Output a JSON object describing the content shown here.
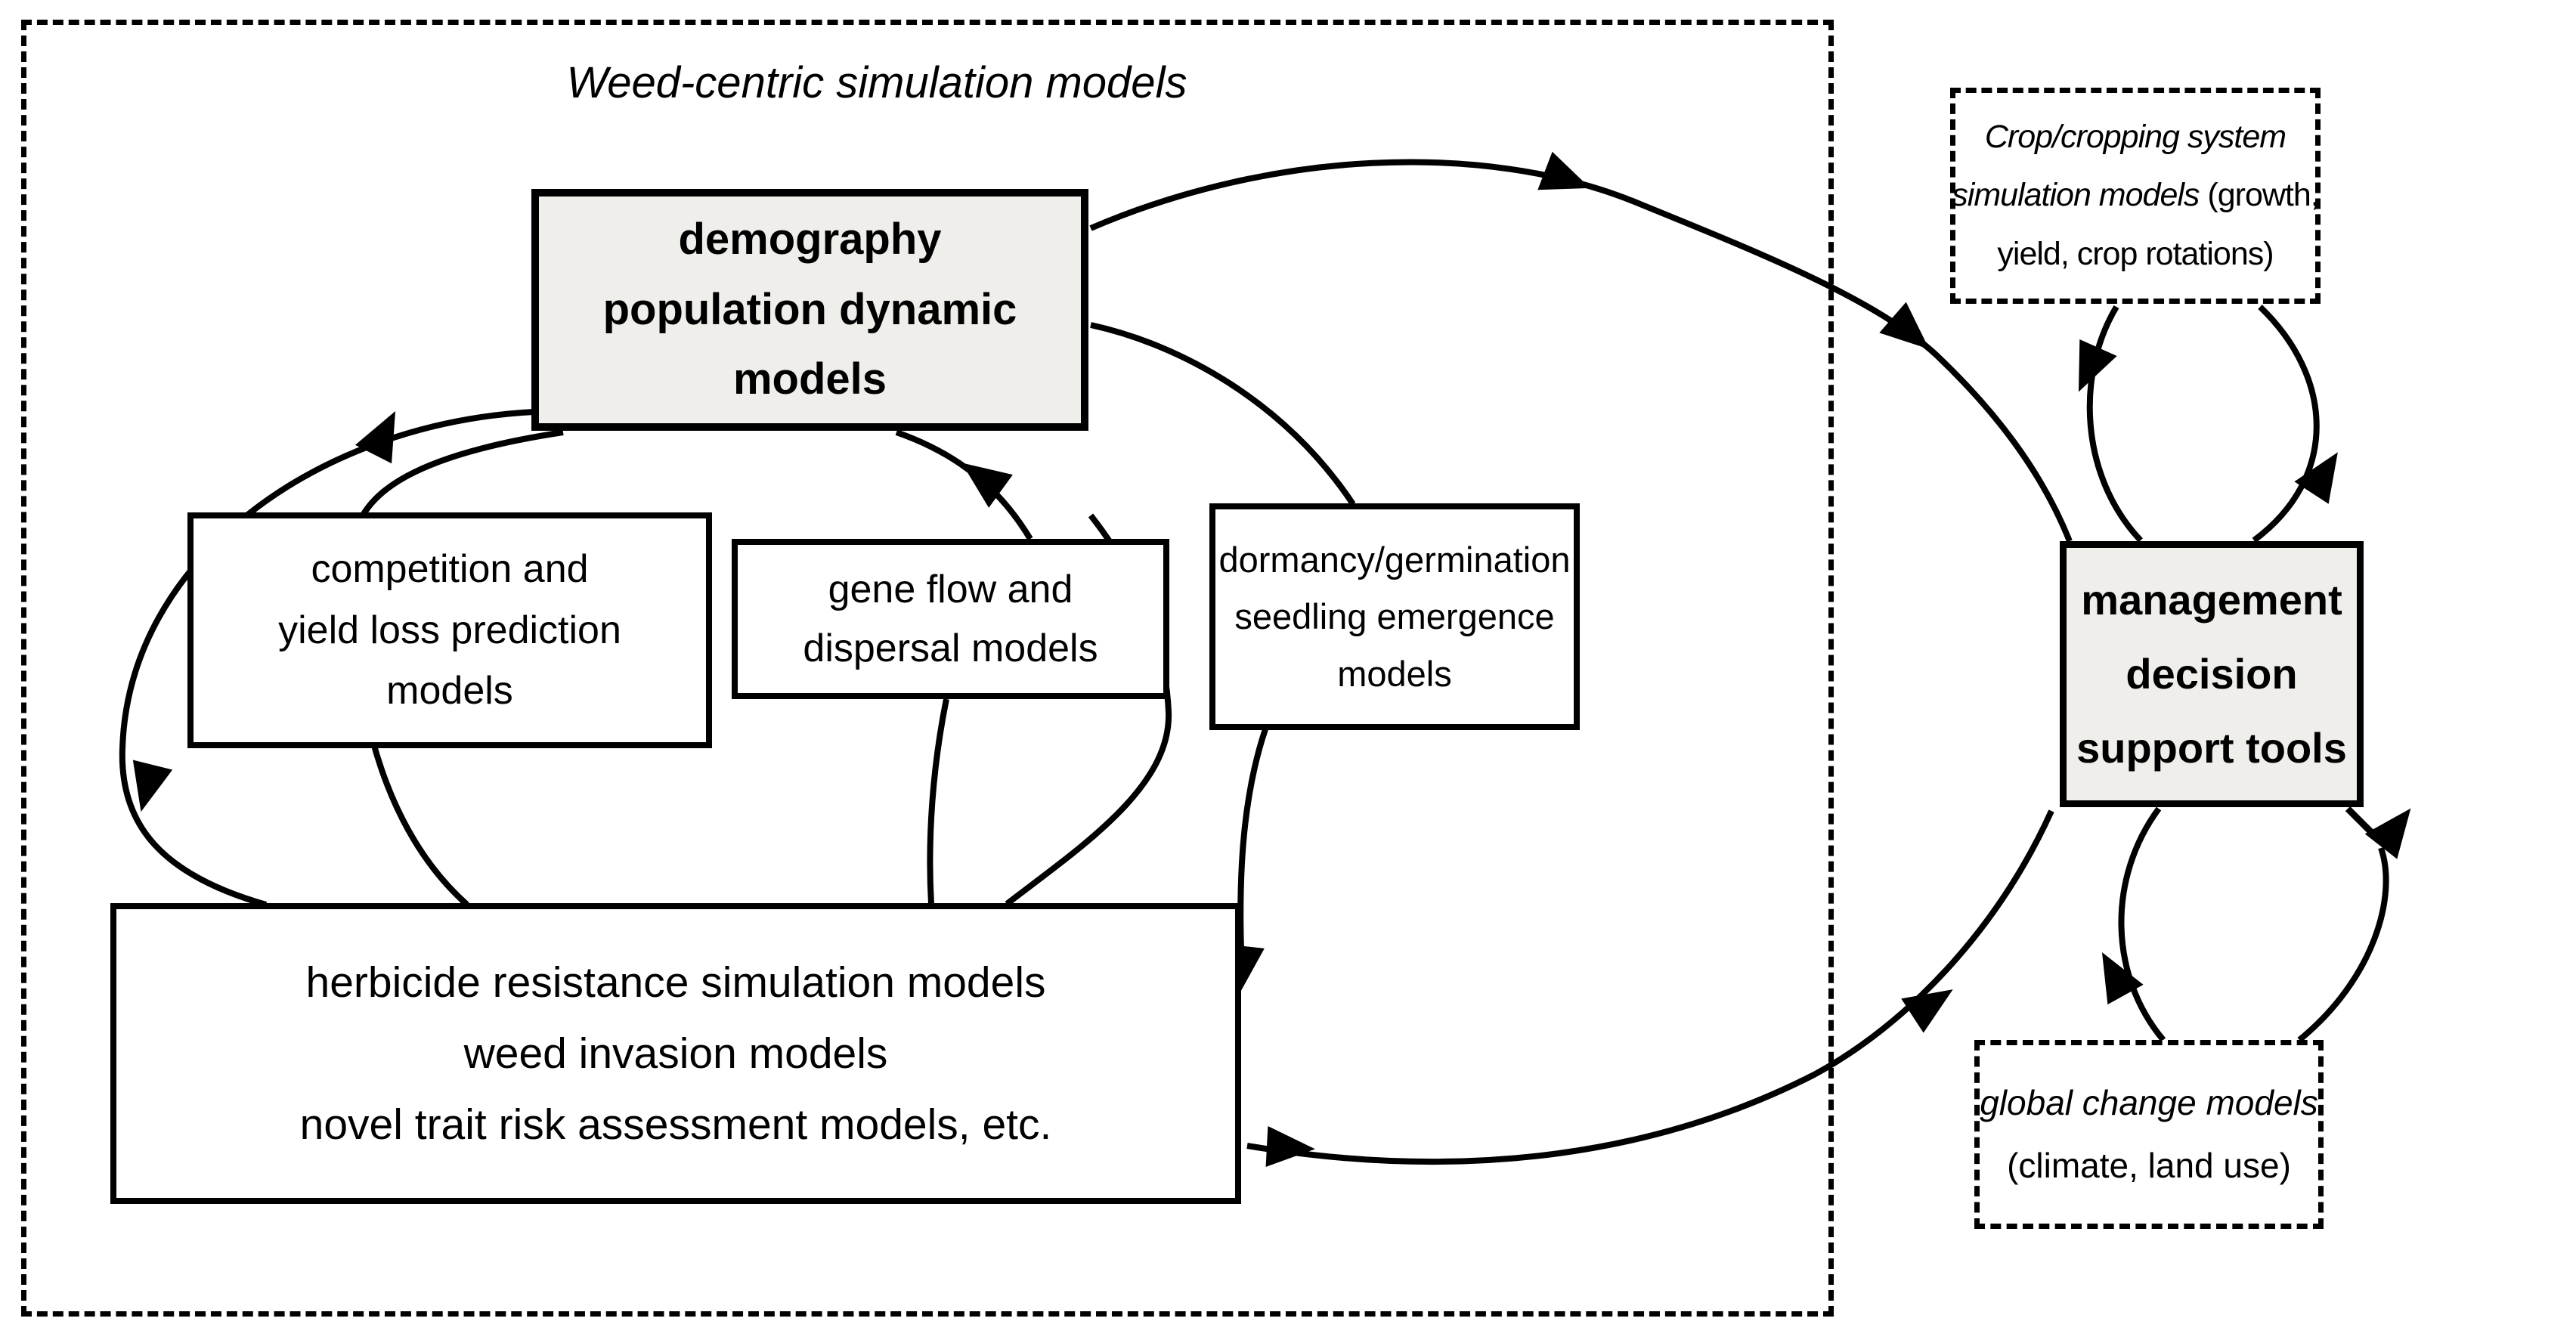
{
  "diagram": {
    "weed_centric": {
      "title": "Weed-centric simulation models"
    },
    "boxes": {
      "demography": {
        "lines": [
          "demography",
          "population dynamic",
          "models"
        ]
      },
      "competition": {
        "lines": [
          "competition and",
          "yield loss prediction",
          "models"
        ]
      },
      "gene_flow": {
        "lines": [
          "gene flow and",
          "dispersal models"
        ]
      },
      "dormancy": {
        "lines": [
          "dormancy/germination",
          "seedling emergence",
          "models"
        ]
      },
      "herbicide": {
        "lines": [
          "herbicide resistance simulation models",
          "weed invasion models",
          "novel trait risk assessment models, etc."
        ]
      },
      "crop": {
        "line1_italic": "Crop/cropping system",
        "line2_italic": "simulation models",
        "line2_regular": " (growth,",
        "line3_regular": "yield, crop rotations)"
      },
      "management": {
        "lines": [
          "management",
          "decision",
          "support tools"
        ]
      },
      "global_change": {
        "line1_italic": "global change models",
        "line2_regular": "(climate, land use)"
      }
    },
    "colors": {
      "highlight_fill": "#f0eeeb",
      "stroke": "#000000",
      "background": "#ffffff"
    }
  }
}
